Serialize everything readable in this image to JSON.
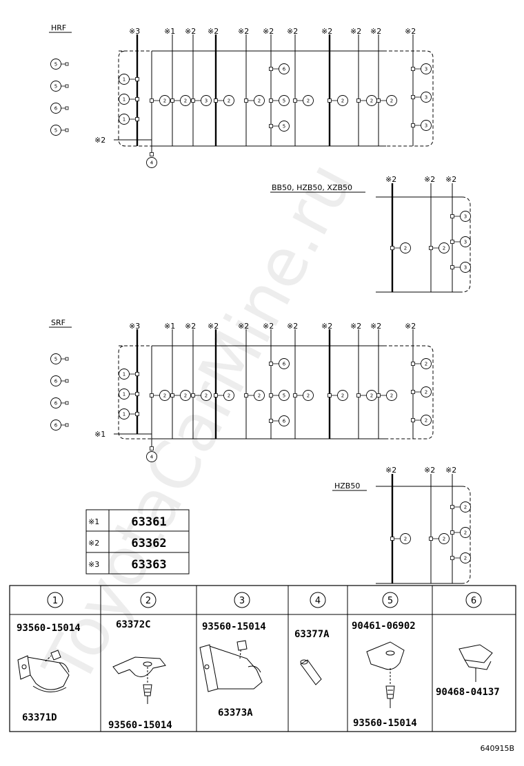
{
  "variants": [
    {
      "label": "HRF",
      "end_mark": "※2"
    },
    {
      "label": "BB50, HZB50, XZB50"
    },
    {
      "label": "SRF",
      "end_mark": "※1"
    },
    {
      "label": "HZB50"
    }
  ],
  "main_marks": [
    "※3",
    "※1",
    "※2",
    "※2",
    "※2",
    "※2",
    "※2",
    "※2",
    "※2",
    "※2",
    "※2"
  ],
  "sub_marks": [
    "※2",
    "※2",
    "※2"
  ],
  "hrf_legend": [
    "5",
    "5",
    "6",
    "5"
  ],
  "srf_legend": [
    "5",
    "6",
    "6",
    "6"
  ],
  "hrf_rows": {
    "left": [
      "1",
      "1",
      "1"
    ],
    "mid": [
      "2",
      "2",
      "3",
      "2",
      "2",
      "5",
      "2",
      "2",
      "2",
      "2"
    ],
    "col6": [
      "6",
      "5"
    ],
    "right": [
      "3",
      "3",
      "3"
    ],
    "below": "4"
  },
  "srf_rows": {
    "left": [
      "1",
      "1",
      "1"
    ],
    "mid": [
      "2",
      "2",
      "2",
      "2",
      "2",
      "5",
      "2",
      "2",
      "2",
      "2"
    ],
    "col6": [
      "6",
      "6"
    ],
    "right": [
      "2",
      "2",
      "2"
    ],
    "below": "4"
  },
  "sub1": {
    "mid": [
      "2",
      "2"
    ],
    "right": [
      "3",
      "3",
      "3"
    ]
  },
  "sub2": {
    "mid": [
      "2",
      "2"
    ],
    "right": [
      "2",
      "2",
      "2"
    ]
  },
  "ref_table": [
    {
      "mark": "※1",
      "part": "63361"
    },
    {
      "mark": "※2",
      "part": "63362"
    },
    {
      "mark": "※3",
      "part": "63363"
    }
  ],
  "parts": [
    {
      "num": "1",
      "top": "93560-15014",
      "bottom": "63371D"
    },
    {
      "num": "2",
      "top": "63372C",
      "bottom": "93560-15014"
    },
    {
      "num": "3",
      "top": "93560-15014",
      "bottom": "63373A"
    },
    {
      "num": "4",
      "top": "63377A"
    },
    {
      "num": "5",
      "top": "90461-06902",
      "bottom": "93560-15014"
    },
    {
      "num": "6",
      "bottom": "90468-04137"
    }
  ],
  "figure_id": "640915B",
  "watermark": "ToyotaCarMine.ru"
}
